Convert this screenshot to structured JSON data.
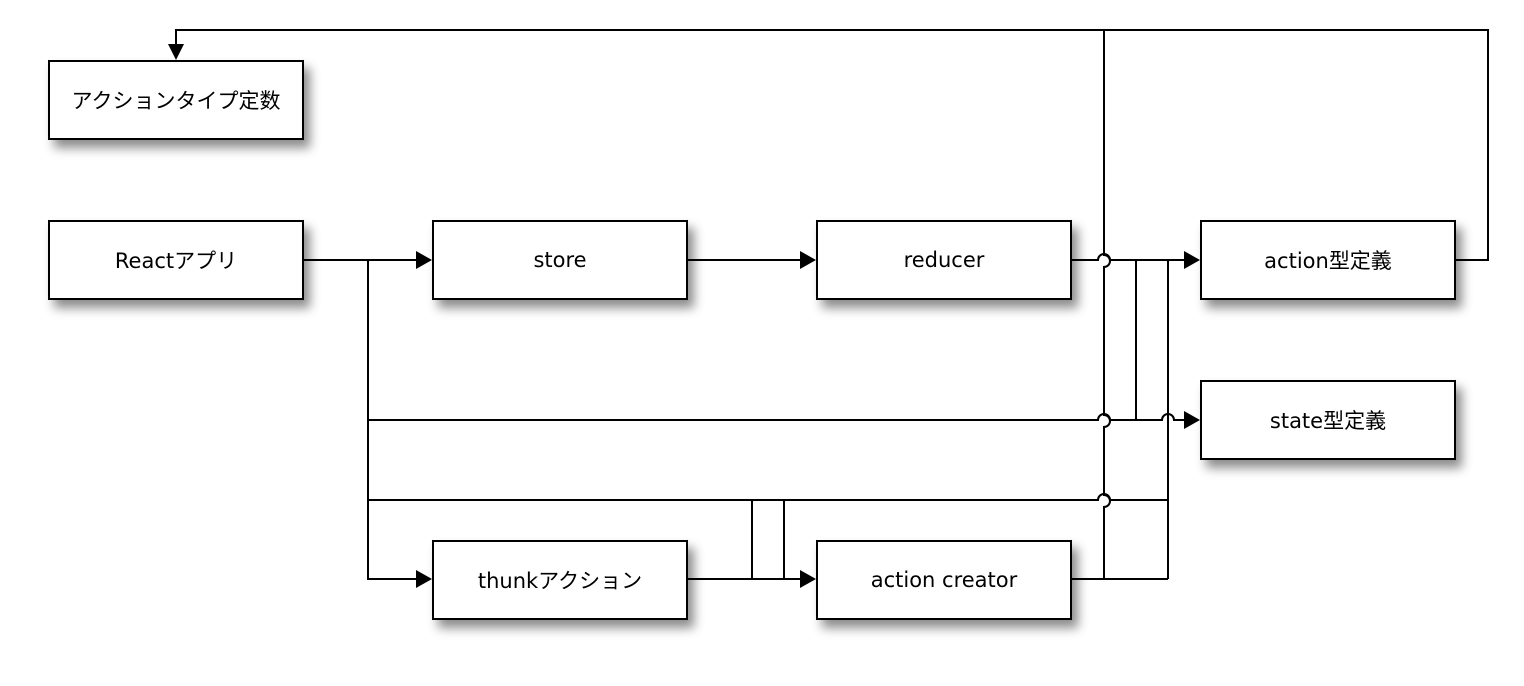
{
  "nodes": {
    "action_type_constants": "アクションタイプ定数",
    "react_app": "Reactアプリ",
    "store": "store",
    "reducer": "reducer",
    "action_type_def": "action型定義",
    "state_type_def": "state型定義",
    "thunk_action": "thunkアクション",
    "action_creator": "action creator"
  }
}
